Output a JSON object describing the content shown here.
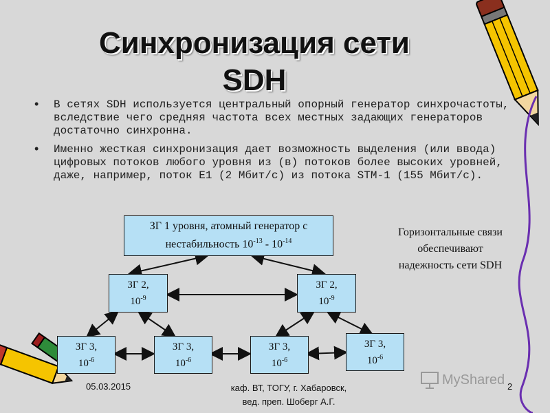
{
  "slide": {
    "title_line1": "Синхронизация сети",
    "title_line2": "SDH",
    "bullets": [
      "В сетях SDH используется центральный опорный генератор синхрочастоты, вследствие чего средняя частота всех местных задающих генераторов достаточно синхронна.",
      "Именно жесткая синхронизация дает возможность выделения (или ввода) цифровых потоков любого уровня из (в) потоков более высоких уровней, даже, например, поток Е1 (2 Мбит/с) из потока STM-1 (155 Мбит/с)."
    ],
    "diagram": {
      "top": {
        "line1": "ЗГ 1 уровня, атомный генератор с",
        "line2": "нестабильность 10",
        "exp1": "-13",
        "sep": " - 10",
        "exp2": "-14"
      },
      "mid": [
        {
          "line1": "ЗГ 2,",
          "base": "10",
          "exp": "-9"
        },
        {
          "line1": "ЗГ 2,",
          "base": "10",
          "exp": "-9"
        }
      ],
      "low": [
        {
          "line1": "ЗГ 3,",
          "base": "10",
          "exp": "-6"
        },
        {
          "line1": "ЗГ 3,",
          "base": "10",
          "exp": "-6"
        },
        {
          "line1": "ЗГ 3,",
          "base": "10",
          "exp": "-6"
        },
        {
          "line1": "ЗГ 3,",
          "base": "10",
          "exp": "-6"
        }
      ]
    },
    "note": "Горизонтальные связи обеспечивают надежность сети SDH",
    "footer": {
      "date": "05.03.2015",
      "author_line1": "каф. ВТ, ТОГУ, г. Хабаровск,",
      "author_line2": "вед. преп. Шоберг А.Г.",
      "page": "2",
      "watermark": "MyShared"
    },
    "colors": {
      "box_fill": "#b6e0f5",
      "pencil_yellow": "#f5c400",
      "pencil_purple": "#6a2fb0"
    }
  }
}
